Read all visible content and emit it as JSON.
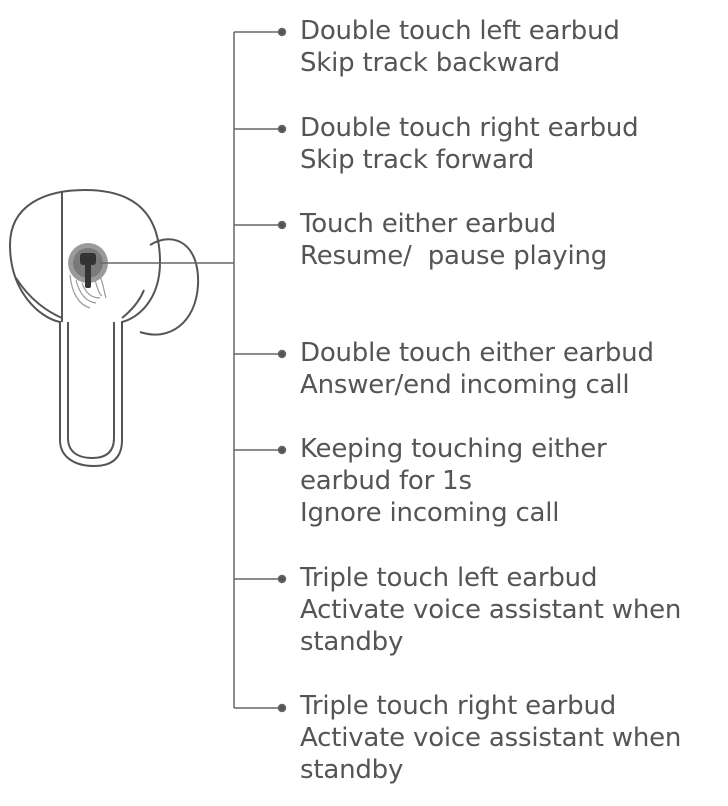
{
  "callouts": [
    {
      "line1": "Double touch left earbud",
      "line2": "Skip track backward"
    },
    {
      "line1": "Double touch right earbud",
      "line2": "Skip track forward"
    },
    {
      "line1": "Touch either earbud",
      "line2": "Resume/  pause playing"
    },
    {
      "line1": "Double touch either earbud",
      "line2": "Answer/end incoming call"
    },
    {
      "line1": "Keeping touching either",
      "line2": "earbud for 1s",
      "line3": "Ignore incoming call"
    },
    {
      "line1": "Triple touch left earbud",
      "line2": "Activate voice assistant when",
      "line3": "standby"
    },
    {
      "line1": "Triple touch right earbud",
      "line2": "Activate voice assistant when",
      "line3": "standby"
    }
  ],
  "colors": {
    "line": "#666666",
    "text": "#555555",
    "touch_zone": "#8a8a8a"
  }
}
